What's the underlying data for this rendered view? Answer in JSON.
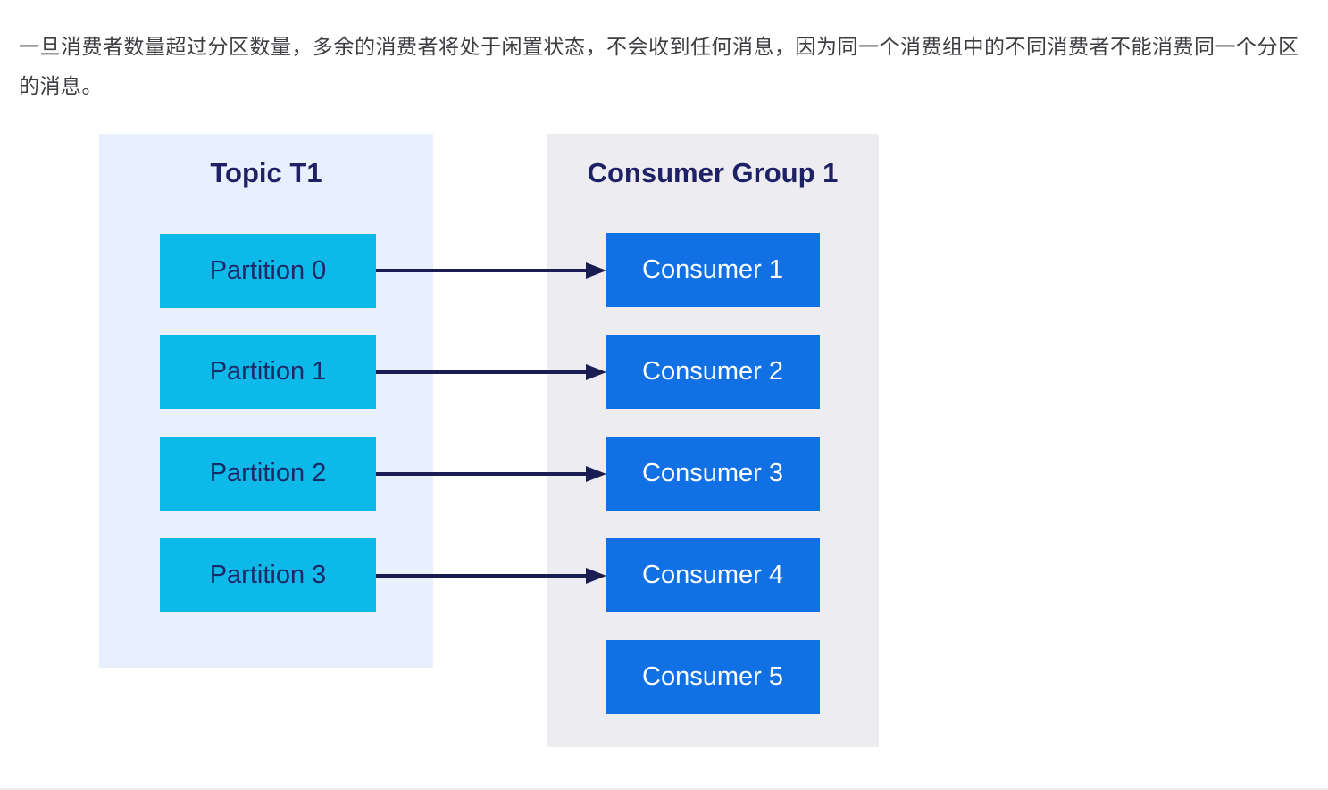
{
  "page": {
    "paragraph": "一旦消费者数量超过分区数量，多余的消费者将处于闲置状态，不会收到任何消息，因为同一个消费组中的不同消费者不能消费同一个分区的消息。"
  },
  "diagram": {
    "topic_panel": {
      "title": "Topic T1",
      "partitions": [
        {
          "label": "Partition 0"
        },
        {
          "label": "Partition 1"
        },
        {
          "label": "Partition 2"
        },
        {
          "label": "Partition 3"
        }
      ]
    },
    "consumer_panel": {
      "title": "Consumer Group 1",
      "consumers": [
        {
          "label": "Consumer 1"
        },
        {
          "label": "Consumer 2"
        },
        {
          "label": "Consumer 3"
        },
        {
          "label": "Consumer 4"
        },
        {
          "label": "Consumer 5"
        }
      ]
    },
    "connections": [
      {
        "from": "Partition 0",
        "to": "Consumer 1"
      },
      {
        "from": "Partition 1",
        "to": "Consumer 2"
      },
      {
        "from": "Partition 2",
        "to": "Consumer 3"
      },
      {
        "from": "Partition 3",
        "to": "Consumer 4"
      }
    ],
    "idle_consumers": [
      "Consumer 5"
    ],
    "colors": {
      "topic_panel_bg": "#e7f0fc",
      "consumer_panel_bg": "#ededf1",
      "partition_box": "#0db9e8",
      "consumer_box": "#1171e4",
      "title_text": "#1f2166",
      "partition_text": "#1b2a66",
      "consumer_text": "#ffffff",
      "arrow": "#191d52",
      "paragraph_text": "#3d3d42"
    }
  }
}
